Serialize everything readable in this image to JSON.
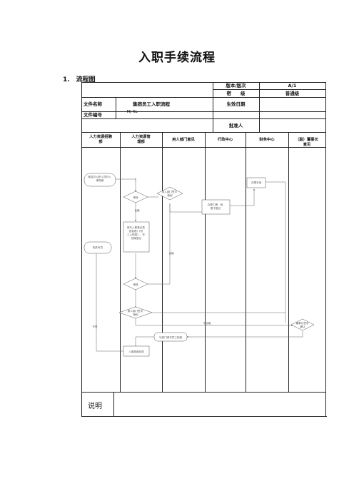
{
  "doc_title": "入职手续流程",
  "section_heading": "1.　流程图",
  "header": {
    "version_label": "版本/版次",
    "version_value": "A/1",
    "secret_label": "密　　级",
    "secret_value": "普通级",
    "file_name_label": "文件名称",
    "file_name_value": "集团员工入职流程",
    "effective_date_label": "生效日期",
    "effective_date_value": "",
    "file_no_label": "文件编号",
    "file_no_value": "MJ-RL-",
    "approver_label": "批准人",
    "approver_value": ""
  },
  "lanes": [
    "人力资源招聘\n部",
    "人力资源管\n理部",
    "用人部门意见",
    "行政中心",
    "财务中心",
    "（副）董事长\n意见"
  ],
  "nodes": {
    "start": "转招内入职人员的人\n事档案",
    "review1": "审核",
    "dept_sign": "用人部门签字\n授权",
    "finance_office": "办理手续",
    "admin_office": "办理工牌、就\n餐卡登记",
    "pass1": "合格",
    "fill_forms": "填写入职登记表\n信息表》《员\n工入职表》，作\n档案登记",
    "pass2": "合格",
    "contact_hr": "相关专员",
    "review2": "审核",
    "dept_sign2": "用人部门签字\n授权",
    "unqualified": "不合格",
    "unqualified2": "不合格",
    "chairman_sign": "董事长签字\n确认",
    "dept_contact": "与部门填写员工档案",
    "hr_archive": "人事档案存档",
    "no_label": "不签"
  },
  "notes_label": "说明"
}
